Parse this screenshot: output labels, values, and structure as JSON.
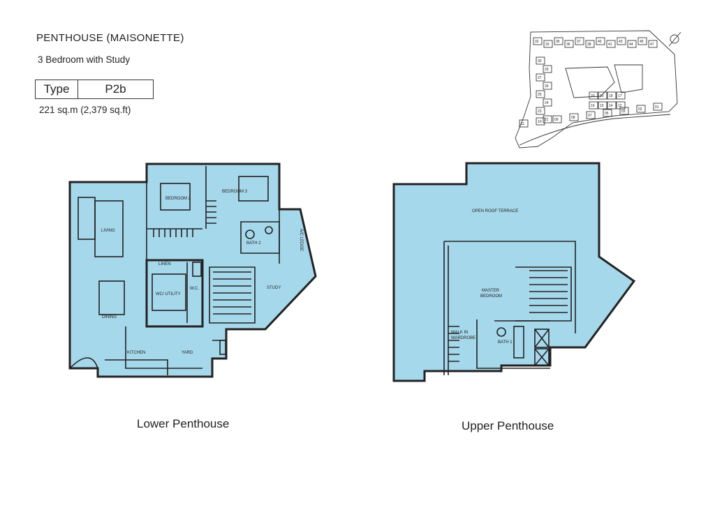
{
  "header": {
    "title": "PENTHOUSE (MAISONETTE)",
    "subtitle": "3 Bedroom with Study",
    "type_label": "Type",
    "type_value": "P2b",
    "area": "221 sq.m (2,379 sq.ft)"
  },
  "colors": {
    "floor_fill": "#a6d8ec",
    "wall_stroke": "#222222"
  },
  "lower": {
    "caption": "Lower Penthouse",
    "rooms": {
      "bedroom2": "BEDROOM 2",
      "bedroom3": "BEDROOM 3",
      "living": "LIVING",
      "bath2": "BATH 2",
      "ac_ledge": "A/C LEDGE",
      "linen": "LINEN",
      "bath_utility": "WC/ UTILITY",
      "wc": "W.C.",
      "study": "STUDY",
      "dining": "DINING",
      "kitchen": "KITCHEN",
      "yard": "YARD"
    }
  },
  "upper": {
    "caption": "Upper Penthouse",
    "rooms": {
      "roof_terrace": "OPEN ROOF TERRACE",
      "master_bedroom_1": "MASTER",
      "master_bedroom_2": "BEDROOM",
      "walk_in_1": "WALK IN",
      "walk_in_2": "WARDROBE",
      "bath1": "BATH 1"
    }
  },
  "keyplan": {
    "unit_numbers": [
      "32",
      "33",
      "35",
      "36",
      "37",
      "38",
      "40",
      "41",
      "43",
      "44",
      "45",
      "47",
      "30",
      "29",
      "27",
      "26",
      "25",
      "24",
      "23",
      "21",
      "20",
      "19",
      "18",
      "17",
      "16",
      "15",
      "14",
      "12",
      "11",
      "10",
      "09",
      "08",
      "07",
      "05",
      "03",
      "02",
      "01"
    ]
  }
}
